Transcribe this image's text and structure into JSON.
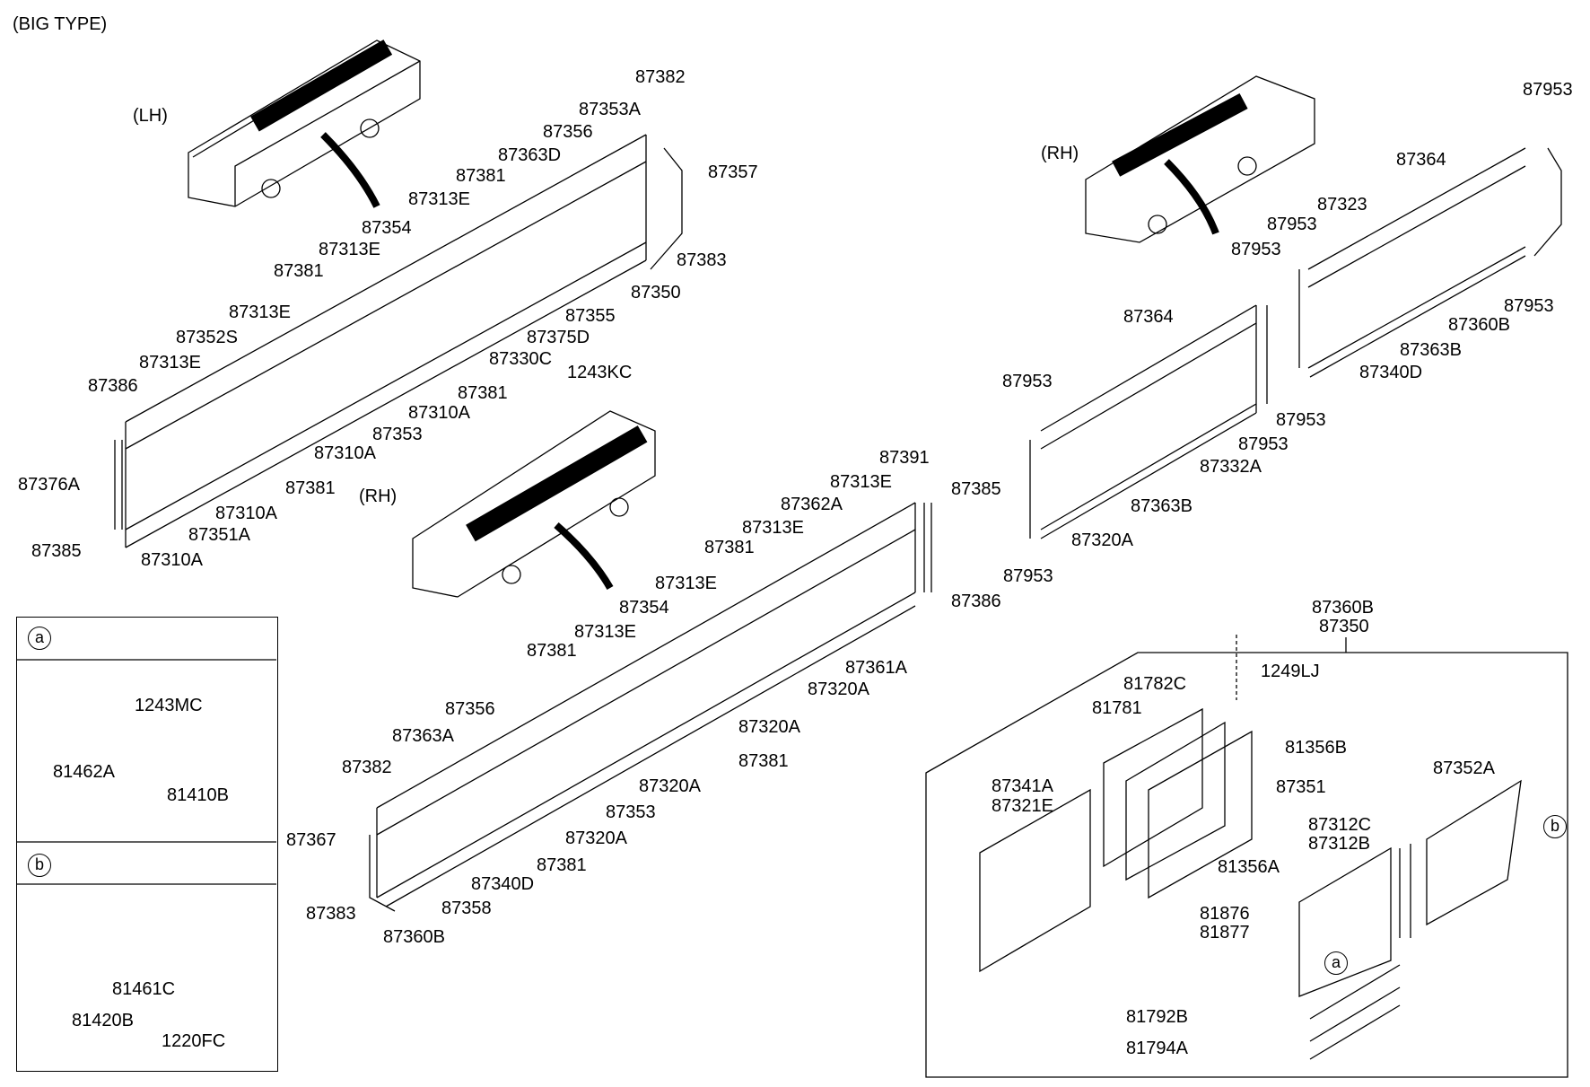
{
  "diagram": {
    "title": "(BIG TYPE)",
    "side_labels": {
      "lh": "(LH)",
      "rh_top": "(RH)",
      "rh_mid": "(RH)"
    },
    "lh_panel_labels": [
      "87382",
      "87353A",
      "87356",
      "87363D",
      "87381",
      "87357",
      "87313E",
      "87354",
      "87313E",
      "87383",
      "87381",
      "87350",
      "87313E",
      "87355",
      "87375D",
      "87352S",
      "87330C",
      "1243KC",
      "87313E",
      "87381",
      "87386",
      "87310A",
      "87353",
      "87310A",
      "87376A",
      "87381",
      "87310A",
      "87351A",
      "87385",
      "87310A"
    ],
    "rh_mid_panel_labels": [
      "87391",
      "87313E",
      "87385",
      "87362A",
      "87313E",
      "87381",
      "87313E",
      "87354",
      "87386",
      "87313E",
      "87381",
      "87361A",
      "87320A",
      "87356",
      "87320A",
      "87363A",
      "87381",
      "87382",
      "87320A",
      "87353",
      "87320A",
      "87367",
      "87381",
      "87340D",
      "87358",
      "87383",
      "87360B"
    ],
    "rh_top_panel_labels": [
      "87953",
      "87364",
      "87323",
      "87953",
      "87953",
      "87953",
      "87364",
      "87360B",
      "87363B",
      "87340D",
      "87953",
      "87953",
      "87953",
      "87332A",
      "87363B",
      "87320A",
      "87953"
    ],
    "detail_a": {
      "marker": "a",
      "parts": [
        "1243MC",
        "81462A",
        "81410B"
      ]
    },
    "detail_b": {
      "marker": "b",
      "parts": [
        "81461C",
        "81420B",
        "1220FC"
      ]
    },
    "window_assembly": {
      "header": [
        "87360B",
        "87350"
      ],
      "parts": [
        "1249LJ",
        "81782C",
        "81781",
        "81356B",
        "87351",
        "87341A",
        "87321E",
        "87352A",
        "81356A",
        "87312C",
        "87312B",
        "81876",
        "81877",
        "81792B",
        "81794A"
      ],
      "callouts": [
        "a",
        "b"
      ]
    }
  }
}
